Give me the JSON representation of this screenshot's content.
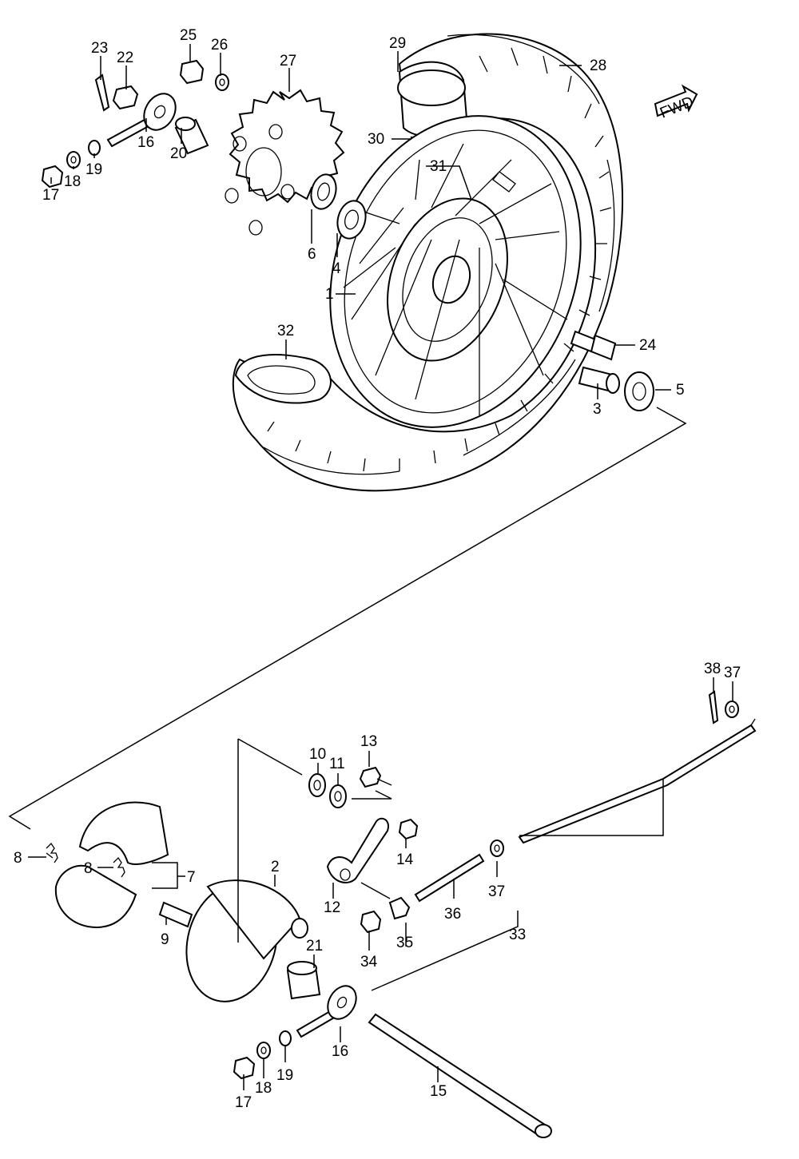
{
  "diagram": {
    "fwd_label": "FWD",
    "callouts": [
      {
        "id": "c23",
        "text": "23"
      },
      {
        "id": "c22",
        "text": "22"
      },
      {
        "id": "c25",
        "text": "25"
      },
      {
        "id": "c26",
        "text": "26"
      },
      {
        "id": "c27",
        "text": "27"
      },
      {
        "id": "c29",
        "text": "29"
      },
      {
        "id": "c28",
        "text": "28"
      },
      {
        "id": "c16a",
        "text": "16"
      },
      {
        "id": "c20",
        "text": "20"
      },
      {
        "id": "c30",
        "text": "30"
      },
      {
        "id": "c31",
        "text": "31"
      },
      {
        "id": "c19a",
        "text": "19"
      },
      {
        "id": "c18a",
        "text": "18"
      },
      {
        "id": "c17a",
        "text": "17"
      },
      {
        "id": "c6",
        "text": "6"
      },
      {
        "id": "c4",
        "text": "4"
      },
      {
        "id": "c1",
        "text": "1"
      },
      {
        "id": "c32",
        "text": "32"
      },
      {
        "id": "c24",
        "text": "24"
      },
      {
        "id": "c5",
        "text": "5"
      },
      {
        "id": "c3",
        "text": "3"
      },
      {
        "id": "c38",
        "text": "38"
      },
      {
        "id": "c37a",
        "text": "37"
      },
      {
        "id": "c13",
        "text": "13"
      },
      {
        "id": "c10",
        "text": "10"
      },
      {
        "id": "c11",
        "text": "11"
      },
      {
        "id": "c14",
        "text": "14"
      },
      {
        "id": "c8a",
        "text": "8"
      },
      {
        "id": "c8b",
        "text": "8"
      },
      {
        "id": "c7",
        "text": "7"
      },
      {
        "id": "c2",
        "text": "2"
      },
      {
        "id": "c12",
        "text": "12"
      },
      {
        "id": "c37b",
        "text": "37"
      },
      {
        "id": "c36",
        "text": "36"
      },
      {
        "id": "c9",
        "text": "9"
      },
      {
        "id": "c33",
        "text": "33"
      },
      {
        "id": "c35",
        "text": "35"
      },
      {
        "id": "c34",
        "text": "34"
      },
      {
        "id": "c21",
        "text": "21"
      },
      {
        "id": "c16b",
        "text": "16"
      },
      {
        "id": "c19b",
        "text": "19"
      },
      {
        "id": "c18b",
        "text": "18"
      },
      {
        "id": "c17b",
        "text": "17"
      },
      {
        "id": "c15",
        "text": "15"
      }
    ]
  }
}
